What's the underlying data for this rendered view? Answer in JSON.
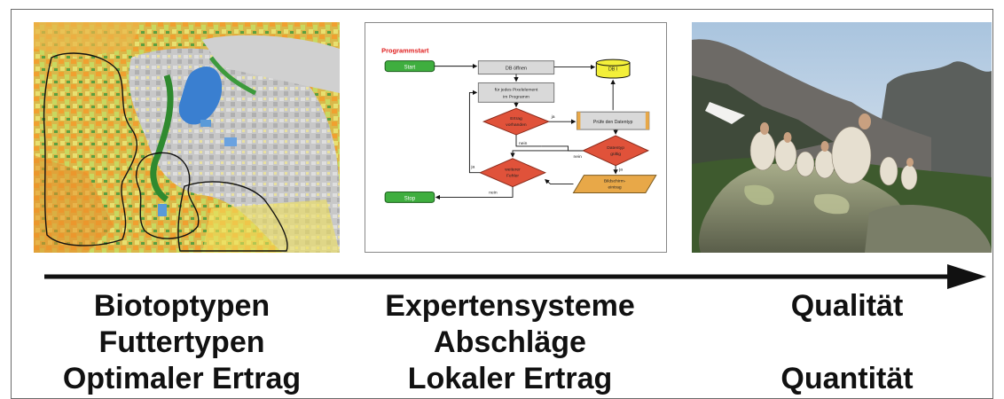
{
  "flowchart": {
    "title": "Programmstart",
    "start": "Start",
    "open_db": "DB öffnen",
    "db_label": "DB I",
    "for_each_line1": "für jedes Pixelelement",
    "for_each_line2": "im Programm",
    "yield_line1": "Ertrag",
    "yield_line2": "vorhanden",
    "check_type": "Prüfe den Datentyp",
    "type_line1": "Datentyp",
    "type_line2": "gültig",
    "further_line1": "weiterer",
    "further_line2": "Fehler",
    "screen_line1": "Bildschirm-",
    "screen_line2": "eintrag",
    "stop": "Stop",
    "ja1": "ja",
    "nein1": "nein",
    "nein2": "nein",
    "ja2": "ja",
    "ja3": "ja",
    "nein3": "nein"
  },
  "captions": {
    "left": [
      "Biotoptypen",
      "Futtertypen",
      "Optimaler Ertrag"
    ],
    "middle": [
      "Expertensysteme",
      "Abschläge",
      "Lokaler Ertrag"
    ],
    "right": [
      "Qualität",
      "",
      "Quantität"
    ]
  },
  "colors": {
    "start_green": "#3fae3f",
    "decision_red": "#e0523a",
    "db_yellow": "#f3ef3a",
    "screen_orange": "#e8a848",
    "title_red": "#e02020"
  }
}
